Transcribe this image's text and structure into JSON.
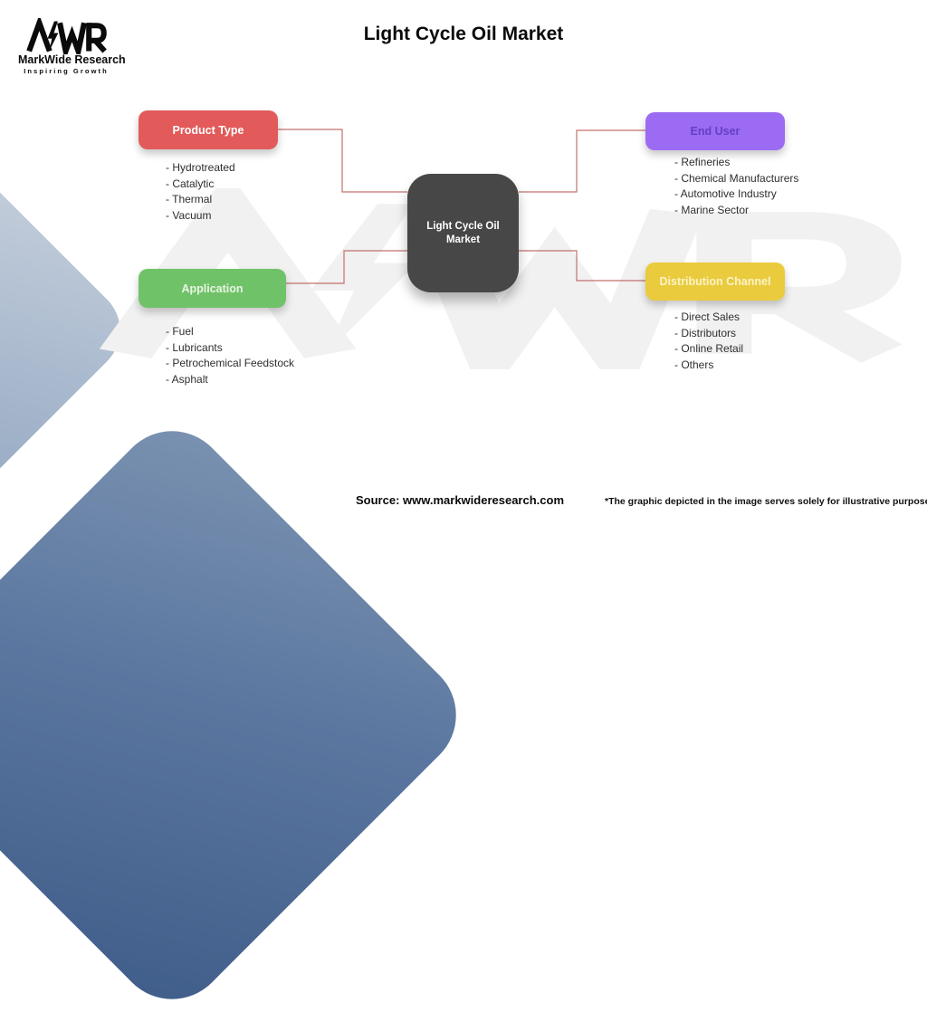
{
  "title": "Light Cycle Oil Market",
  "logo": {
    "mark": "MWR",
    "name": "MarkWide Research",
    "tagline": "Inspiring Growth"
  },
  "center_node": {
    "label": "Light Cycle Oil Market"
  },
  "panels": [
    {
      "id": "product-type",
      "label": "Product Type",
      "color": "#E25A5A",
      "label_color": "#FFFFFF",
      "items": [
        "- Hydrotreated",
        "- Catalytic",
        "- Thermal",
        "- Vacuum"
      ]
    },
    {
      "id": "end-user",
      "label": "End User",
      "color": "#9C6BF3",
      "label_color": "#6440C4",
      "items": [
        "- Refineries",
        "- Chemical Manufacturers",
        "- Automotive Industry",
        "- Marine Sector"
      ]
    },
    {
      "id": "application",
      "label": "Application",
      "color": "#70C269",
      "label_color": "#E8F5E4",
      "items": [
        "- Fuel",
        "- Lubricants",
        "- Petrochemical Feedstock",
        "- Asphalt"
      ]
    },
    {
      "id": "distribution-channel",
      "label": "Distribution Channel",
      "color": "#EACB3E",
      "label_color": "#FBF3C5",
      "items": [
        "- Direct Sales",
        "- Distributors",
        "- Online Retail",
        "- Others"
      ]
    }
  ],
  "footer": {
    "source": "Source: www.markwideresearch.com",
    "disclaimer": "*The graphic depicted in the image serves solely for illustrative purposes"
  },
  "colors": {
    "center_node": "#474747",
    "connector": "#C4706C",
    "watermark": "#F1F1F1",
    "diamond_light": "#AEBDD0",
    "diamond_dark": "#4F6C96"
  }
}
